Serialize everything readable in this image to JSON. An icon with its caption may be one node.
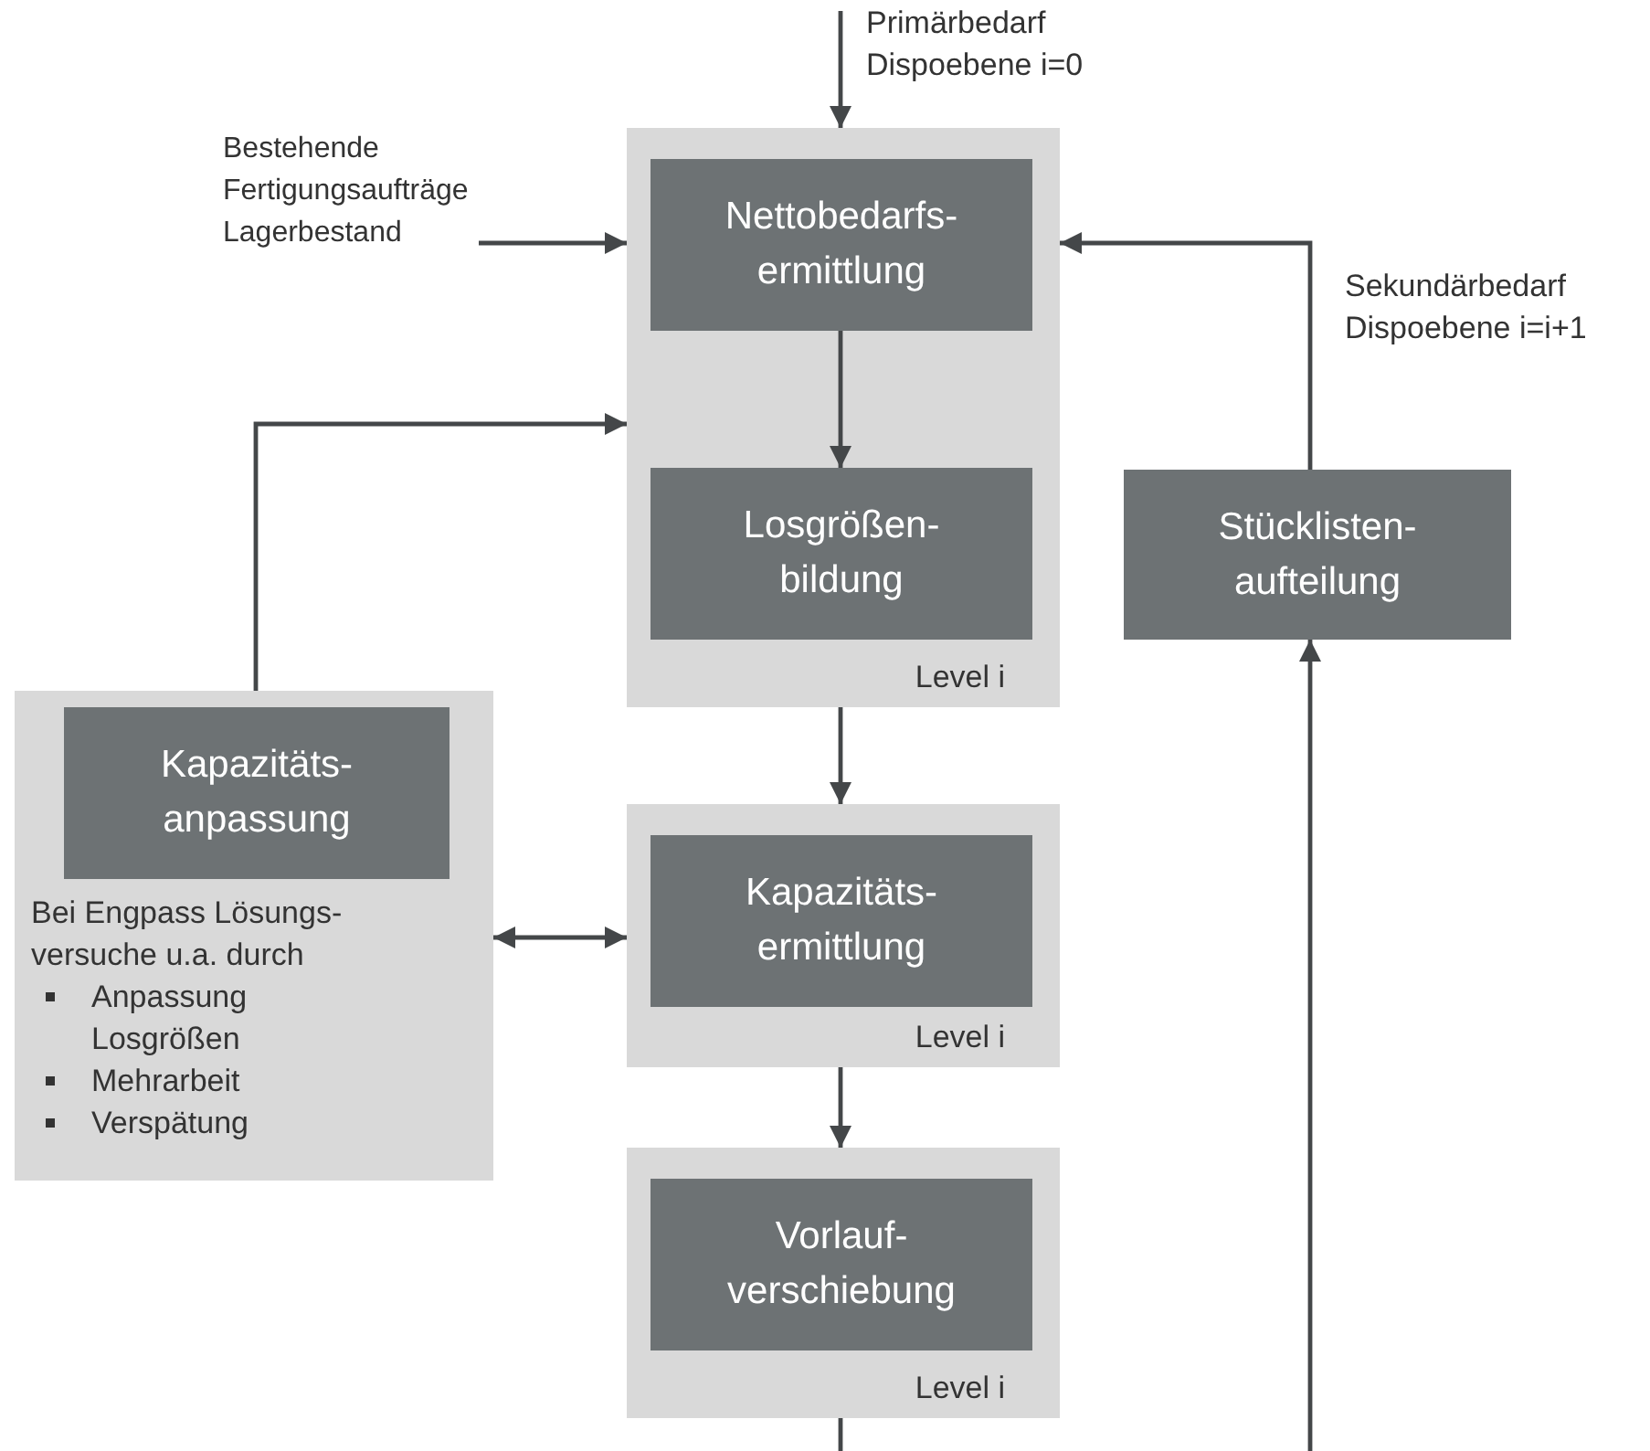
{
  "diagram": {
    "nodes": [
      {
        "text": [
          "Bestehende Fertigungsaufträge Lagerbestand"
        ]
      },
      {
        "text": [
          "Level i"
        ]
      },
      {
        "text": [
          "Nettobedarfs- ermittlung"
        ],
        "in": 1
      },
      {
        "text": [
          "Losgrößen- bildung"
        ],
        "in": 1
      },
      {
        "text": [
          "Stücklisten- aufteilung"
        ]
      },
      {
        "text": [
          "Bei Engpass Lösungs- versuche u.a. durch",
          "Anpassung Losgrößen",
          "Mehrarbeit",
          "Verspätung"
        ]
      },
      {
        "text": [
          "Kapazitäts- anpassung"
        ],
        "in": 5
      },
      {
        "text": [
          "Level i"
        ]
      },
      {
        "text": [
          "Kapazitäts- ermittlung"
        ],
        "in": 7
      },
      {
        "text": [
          "Level i"
        ]
      },
      {
        "text": [
          "Vorlauf- verschiebung"
        ],
        "in": 9
      }
    ],
    "edges": [
      {
        "from": null,
        "to": 1,
        "arrow": "to",
        "label": "Primärbedarf Dispoebene i=0"
      },
      {
        "from": 0,
        "to": 1,
        "arrow": "to"
      },
      {
        "from": 2,
        "to": 3,
        "arrow": "to"
      },
      {
        "from": 4,
        "to": 1,
        "arrow": "to",
        "label": "Sekundärbedarf Dispoebene i=i+1"
      },
      {
        "from": 5,
        "to": 1,
        "arrow": "to"
      },
      {
        "from": 1,
        "to": 7,
        "arrow": "to"
      },
      {
        "from": 5,
        "to": 7,
        "arrow": "both"
      },
      {
        "from": 7,
        "to": 9,
        "arrow": "to"
      },
      {
        "from": 9,
        "to": null,
        "arrow": "none"
      },
      {
        "from": null,
        "to": 4,
        "arrow": "to"
      }
    ]
  }
}
